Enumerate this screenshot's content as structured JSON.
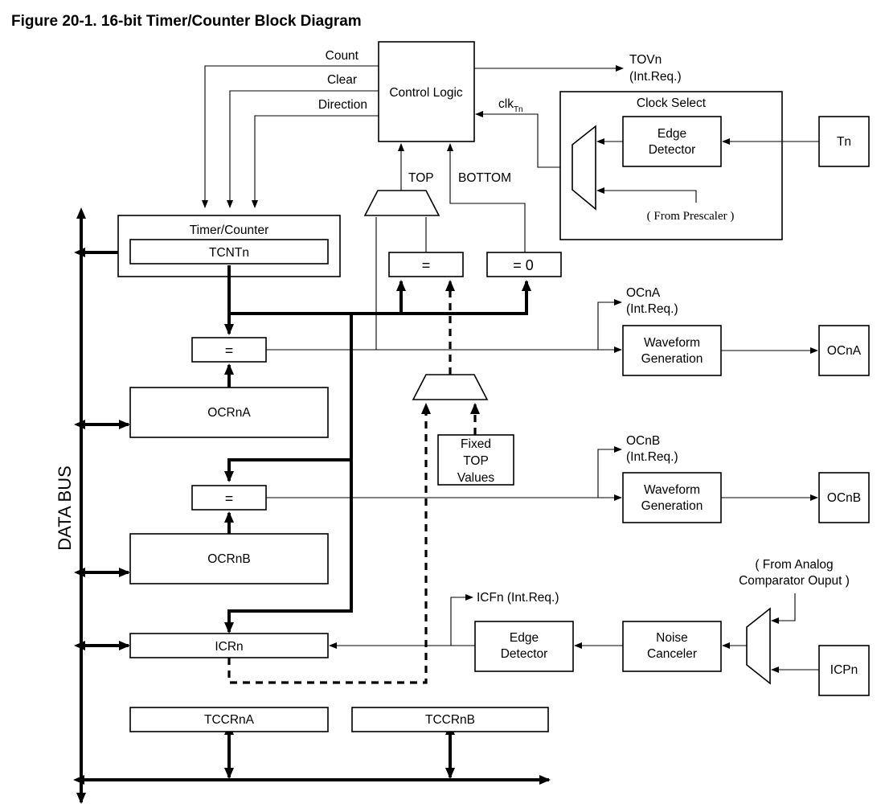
{
  "title": "Figure 20-1.  16-bit Timer/Counter Block Diagram",
  "labels": {
    "count": "Count",
    "clear": "Clear",
    "direction": "Direction",
    "control_logic": "Control Logic",
    "tovn": "TOVn",
    "tovn_int": "(Int.Req.)",
    "clk": "clk",
    "clk_sub": "Tn",
    "clock_select": "Clock Select",
    "edge_detector_1": "Edge",
    "edge_detector_2": "Detector",
    "tn": "Tn",
    "from_prescaler": "( From Prescaler )",
    "top": "TOP",
    "bottom": "BOTTOM",
    "timer_counter": "Timer/Counter",
    "tcntn": "TCNTn",
    "eq": "=",
    "eq0": "= 0",
    "ocna_int_1": "OCnA",
    "ocna_int_2": "(Int.Req.)",
    "waveform_1": "Waveform",
    "waveform_2": "Generation",
    "ocna": "OCnA",
    "ocrna": "OCRnA",
    "fixed_top_1": "Fixed",
    "fixed_top_2": "TOP",
    "fixed_top_3": "Values",
    "ocnb_int_1": "OCnB",
    "ocnb_int_2": "(Int.Req.)",
    "ocnb": "OCnB",
    "ocrnb": "OCRnB",
    "data_bus": "DATA BUS",
    "from_analog_1": "( From Analog",
    "from_analog_2": "Comparator Ouput )",
    "icfn": "ICFn (Int.Req.)",
    "noise_1": "Noise",
    "noise_2": "Canceler",
    "icpn": "ICPn",
    "icrn": "ICRn",
    "tccrna": "TCCRnA",
    "tccrnb": "TCCRnB"
  }
}
